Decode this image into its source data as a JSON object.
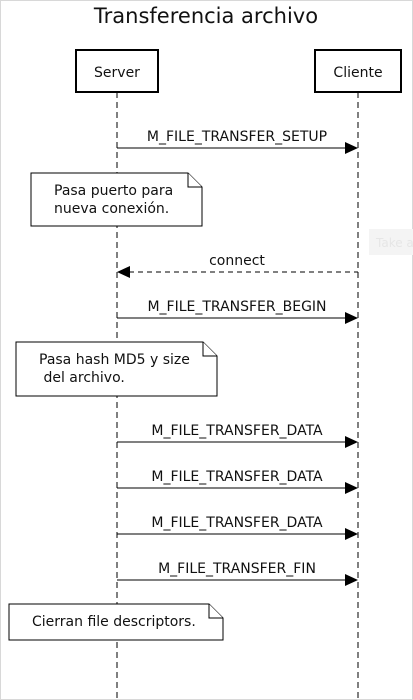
{
  "diagram": {
    "title": "Transferencia archivo",
    "actors": [
      {
        "id": "server",
        "label": "Server"
      },
      {
        "id": "cliente",
        "label": "Cliente"
      }
    ],
    "messages": [
      {
        "label": "M_FILE_TRANSFER_SETUP",
        "from": "server",
        "to": "cliente",
        "style": "solid"
      },
      {
        "label": "connect",
        "from": "cliente",
        "to": "server",
        "style": "dashed"
      },
      {
        "label": "M_FILE_TRANSFER_BEGIN",
        "from": "server",
        "to": "cliente",
        "style": "solid"
      },
      {
        "label": "M_FILE_TRANSFER_DATA",
        "from": "server",
        "to": "cliente",
        "style": "solid"
      },
      {
        "label": "M_FILE_TRANSFER_DATA",
        "from": "server",
        "to": "cliente",
        "style": "solid"
      },
      {
        "label": "M_FILE_TRANSFER_DATA",
        "from": "server",
        "to": "cliente",
        "style": "solid"
      },
      {
        "label": "M_FILE_TRANSFER_FIN",
        "from": "server",
        "to": "cliente",
        "style": "solid"
      }
    ],
    "notes": [
      {
        "lines": [
          "Pasa puerto para",
          "nueva conexión."
        ]
      },
      {
        "lines": [
          "Pasa hash MD5 y size",
          " del archivo."
        ]
      },
      {
        "lines": [
          "Cierran file descriptors."
        ]
      }
    ],
    "side_tab": "Take a"
  }
}
